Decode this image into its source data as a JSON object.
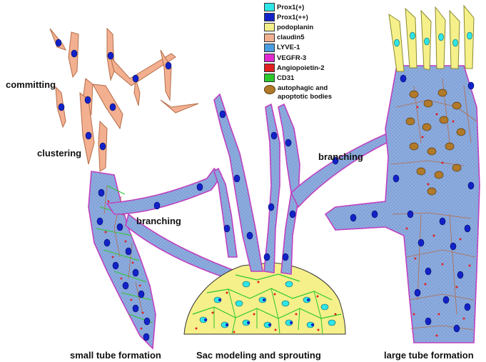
{
  "legend": {
    "items": [
      {
        "label": "Prox1(+)",
        "color": "#2ee6e6"
      },
      {
        "label": "Prox1(++)",
        "color": "#1222c8"
      },
      {
        "label": "podoplanin",
        "color": "#f5f08a"
      },
      {
        "label": "claudin5",
        "color": "#f2b090"
      },
      {
        "label": "LYVE-1",
        "color": "#4a9ee0"
      },
      {
        "label": "VEGFR-3",
        "color": "#e02ad0"
      },
      {
        "label": "Angiopoietin-2",
        "color": "#e02020"
      },
      {
        "label": "CD31",
        "color": "#2ec82e"
      }
    ],
    "bodies": {
      "line1": "autophagic and",
      "line2": "apoptotic bodies",
      "color": "#b07a2a"
    }
  },
  "labels": {
    "committing": "committing",
    "clustering": "clustering",
    "branching_left": "branching",
    "branching_right": "branching",
    "small_tube": "small tube formation",
    "sac": "Sac modeling and sprouting",
    "large_tube": "large tube formation"
  }
}
